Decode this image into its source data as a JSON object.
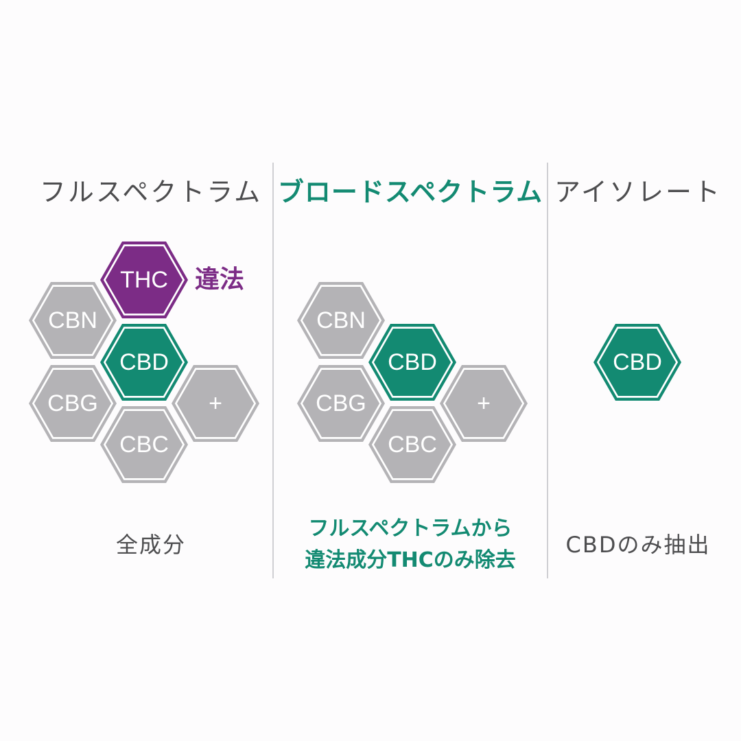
{
  "columns": [
    {
      "title": "フルスペクトラム",
      "caption_lines": [
        "全成分"
      ]
    },
    {
      "title": "ブロードスペクトラム",
      "caption_lines": [
        "フルスペクトラムから",
        "違法成分THCのみ除去"
      ]
    },
    {
      "title": "アイソレート",
      "caption_lines": [
        "CBDのみ抽出"
      ]
    }
  ],
  "illegal_tag": "違法",
  "hex_labels": {
    "thc": "THC",
    "cbn": "CBN",
    "cbd": "CBD",
    "cbg": "CBG",
    "plus": "+",
    "cbc": "CBC"
  },
  "colors": {
    "gray_hex": "#b4b3b6",
    "green_hex": "#138a72",
    "purple_hex": "#7c2c86",
    "gray_text": "#4d4d4f",
    "green_text": "#138a72"
  }
}
